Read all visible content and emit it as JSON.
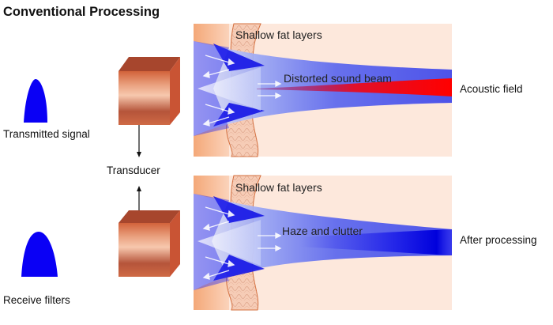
{
  "title": "Conventional Processing",
  "left": {
    "transmitted_signal_label": "Transmitted signal",
    "receive_filters_label": "Receive filters",
    "transducer_label": "Transducer",
    "pulse_color": "#0a00f5"
  },
  "panels": [
    {
      "fat_label": "Shallow fat layers",
      "beam_label": "Distorted sound beam",
      "output_label": "Acoustic field",
      "focus_color": "#ff0000"
    },
    {
      "fat_label": "Shallow fat layers",
      "beam_label": "Haze and clutter",
      "output_label": "After processing",
      "focus_color": "#0a00e0"
    }
  ],
  "colors": {
    "tissue_bg": "#fde8dc",
    "skin": "#f4b48c",
    "beam_blue": "#1a1aff",
    "copper_dark": "#9c3c22",
    "copper_light": "#f2b59a"
  }
}
